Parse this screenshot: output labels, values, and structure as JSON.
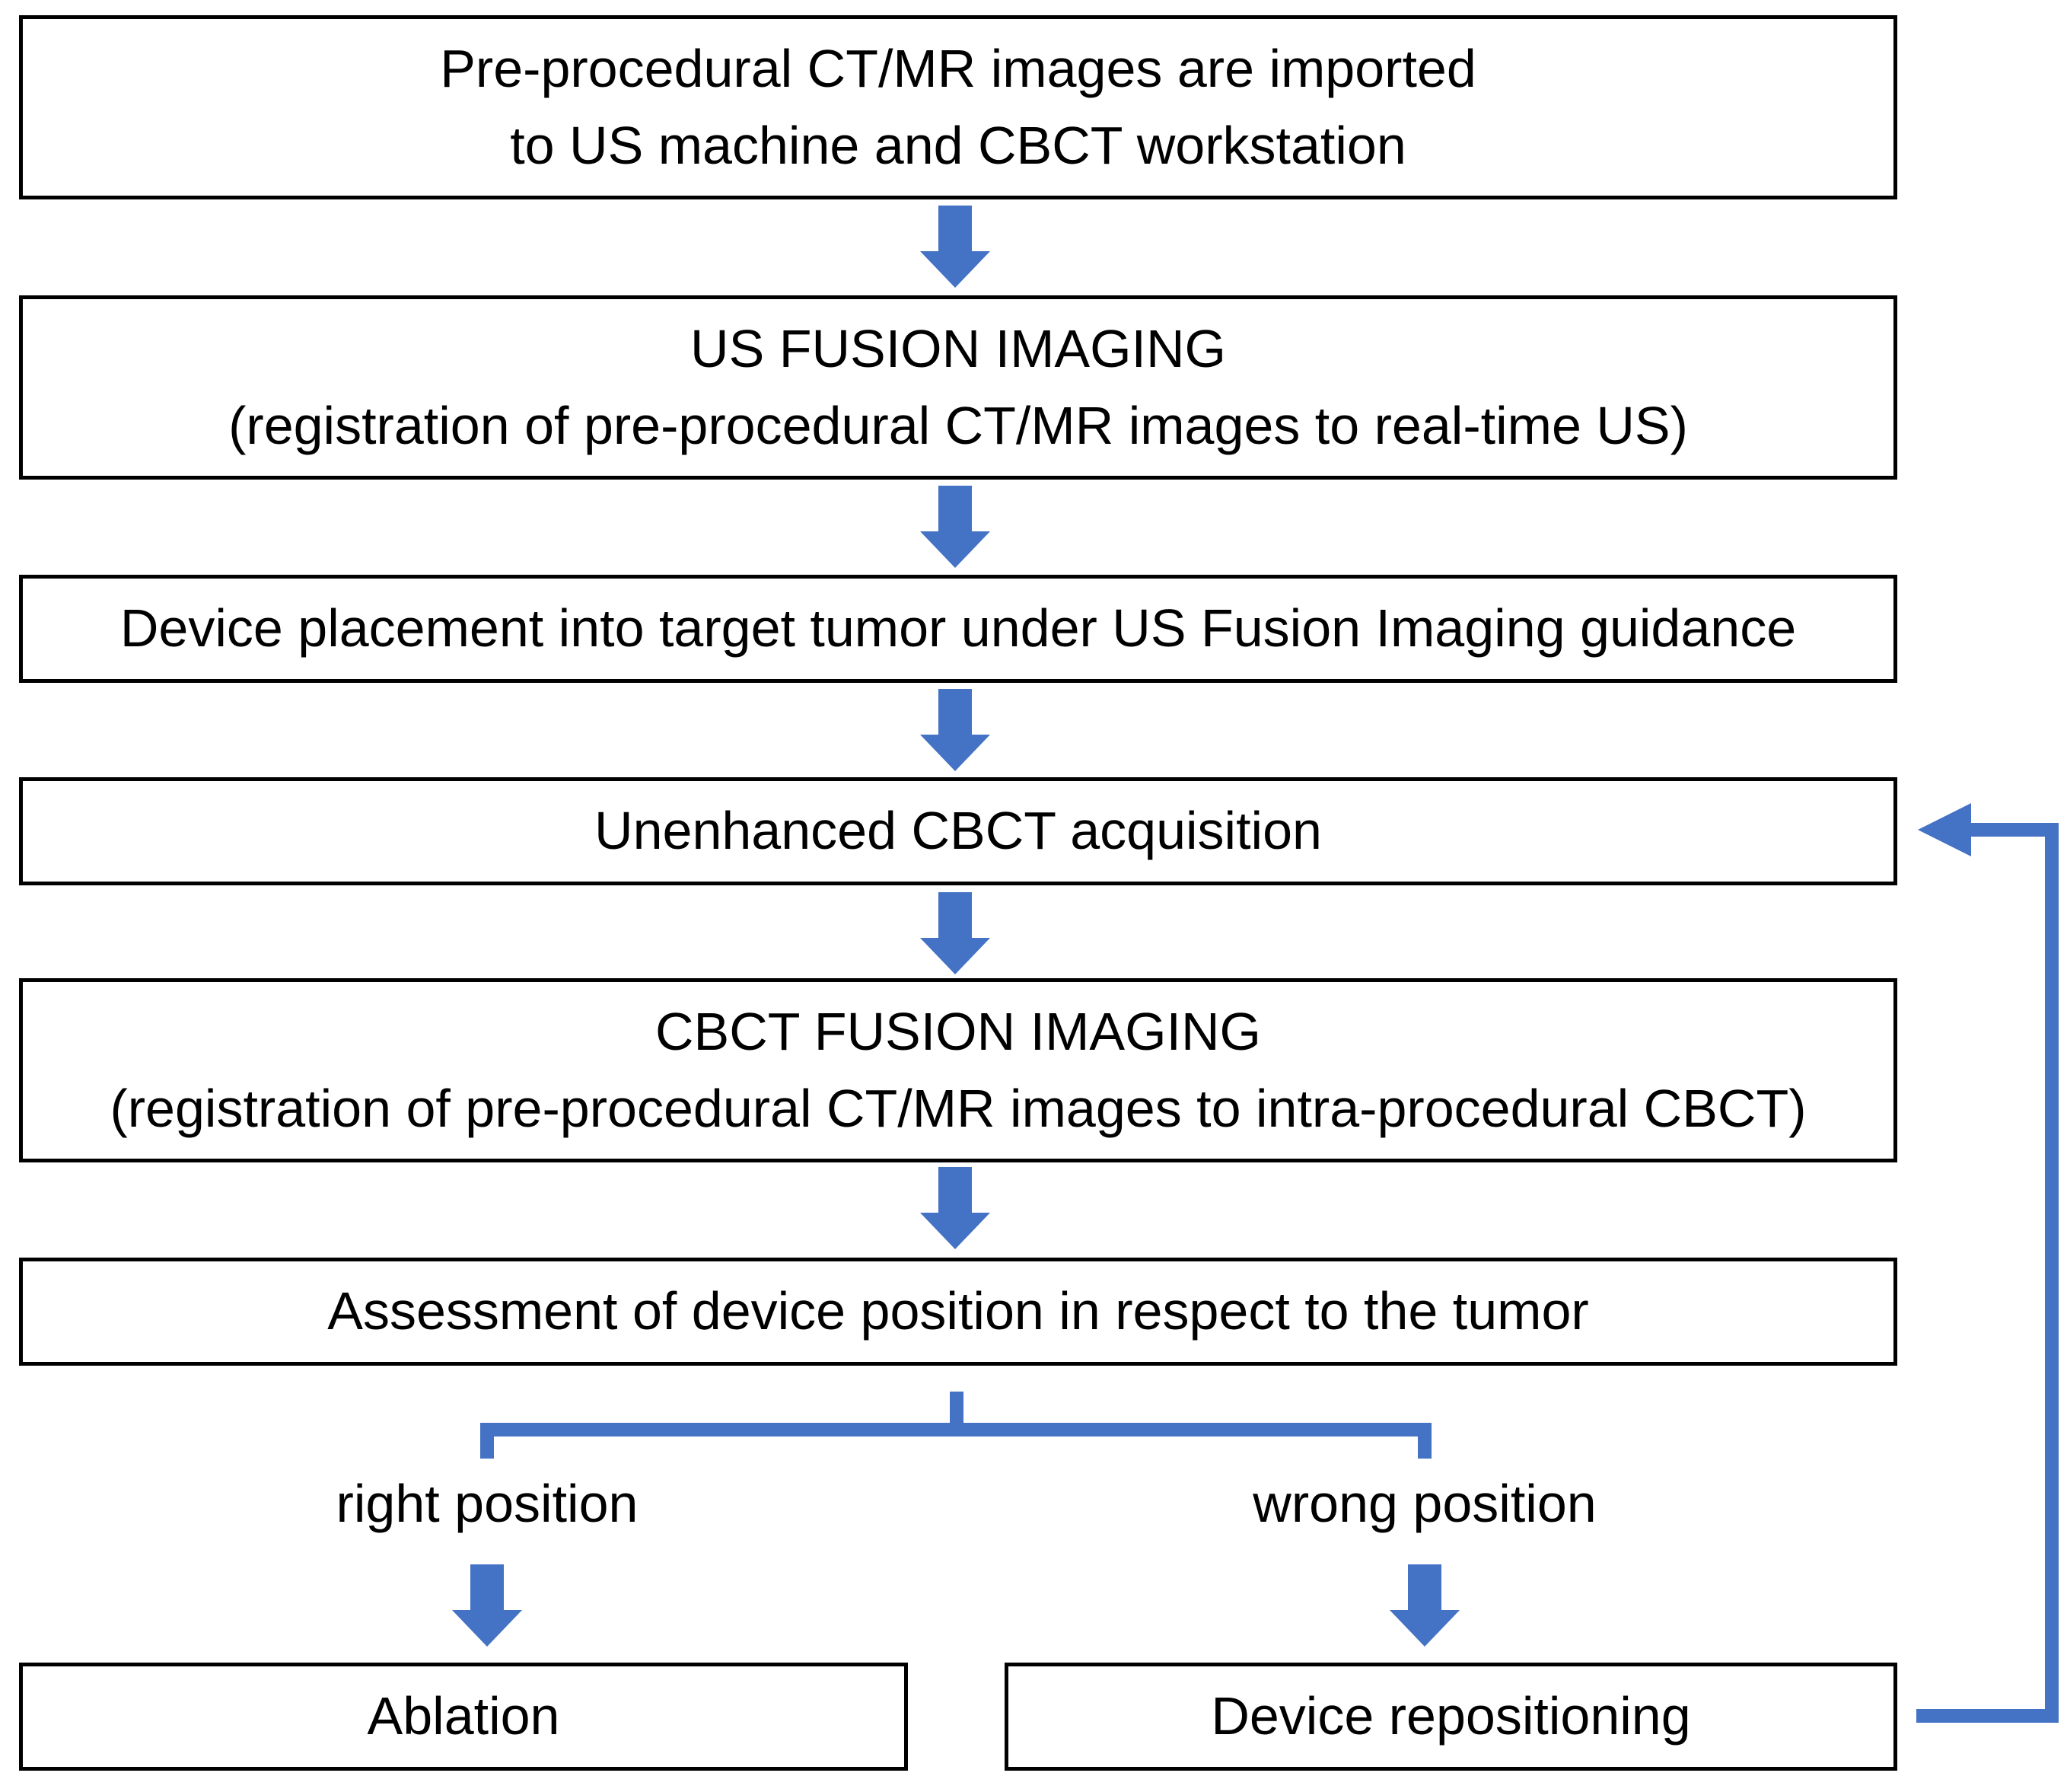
{
  "colors": {
    "arrow": "#4472C4",
    "border": "#000000",
    "background": "#ffffff"
  },
  "steps": {
    "import": {
      "line1": "Pre-procedural CT/MR images are imported",
      "line2": "to US machine and CBCT workstation"
    },
    "us_fusion": {
      "line1": "US FUSION IMAGING",
      "line2": "(registration of pre-procedural CT/MR images to real-time US)"
    },
    "placement": {
      "line1": "Device placement into target tumor under US Fusion Imaging guidance"
    },
    "cbct": {
      "line1": "Unenhanced CBCT acquisition"
    },
    "cbct_fusion": {
      "line1": "CBCT FUSION IMAGING",
      "line2": "(registration of pre-procedural CT/MR images to intra-procedural CBCT)"
    },
    "assessment": {
      "line1": "Assessment of device position in respect to the tumor"
    },
    "ablation": {
      "line1": "Ablation"
    },
    "repositioning": {
      "line1": "Device repositioning"
    }
  },
  "branches": {
    "right": "right position",
    "wrong": "wrong position"
  }
}
